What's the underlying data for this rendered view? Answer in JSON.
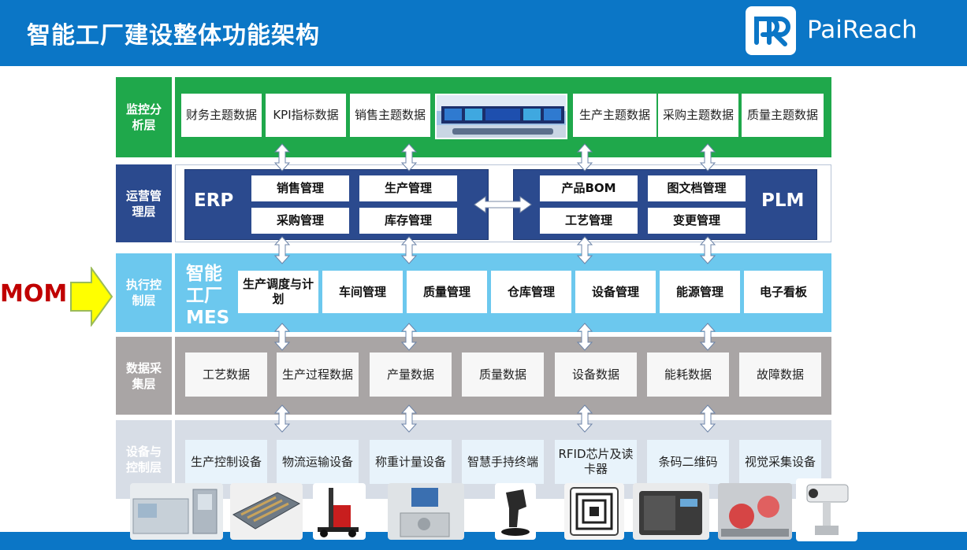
{
  "header": {
    "title": "智能工厂建设整体功能架构",
    "brand": "PaiReach"
  },
  "colors": {
    "header_blue": "#0b76c6",
    "monitor_green": "#1fa84b",
    "operations_navy": "#2b4a8e",
    "execution_sky": "#6cc8ee",
    "data_grey": "#a9a5a5",
    "device_lightgrey": "#d7dde6",
    "mom_red": "#c00000",
    "mom_arrow_yellow": "#ffff00"
  },
  "layers": {
    "monitor": {
      "label": "监控分析层",
      "boxes": [
        "财务主题数据",
        "KPI指标数据",
        "销售主题数据",
        "生产主题数据",
        "采购主题数据",
        "质量主题数据"
      ]
    },
    "operations": {
      "label": "运营管理层",
      "erp": {
        "name": "ERP",
        "items": [
          "销售管理",
          "生产管理",
          "采购管理",
          "库存管理"
        ]
      },
      "plm": {
        "name": "PLM",
        "items": [
          "产品BOM",
          "图文档管理",
          "工艺管理",
          "变更管理"
        ]
      }
    },
    "execution": {
      "label": "执行控制层",
      "mes_title": "智能工厂MES",
      "boxes": [
        "生产调度与计划",
        "车间管理",
        "质量管理",
        "仓库管理",
        "设备管理",
        "能源管理",
        "电子看板"
      ]
    },
    "data": {
      "label": "数据采集层",
      "boxes": [
        "工艺数据",
        "生产过程数据",
        "产量数据",
        "质量数据",
        "设备数据",
        "能耗数据",
        "故障数据"
      ]
    },
    "device": {
      "label": "设备与控制层",
      "boxes": [
        "生产控制设备",
        "物流运输设备",
        "称重计量设备",
        "智慧手持终端",
        "RFID芯片及读卡器",
        "条码二维码",
        "视觉采集设备"
      ]
    }
  },
  "mom": {
    "label": "MOM"
  },
  "photos": [
    "control-room-image",
    "injection-machine-image",
    "conveyor-image",
    "forklift-image",
    "weighing-station-image",
    "scanner-image",
    "rfid-card-image",
    "label-printer-image",
    "vision-inspection-image",
    "camera-image"
  ]
}
